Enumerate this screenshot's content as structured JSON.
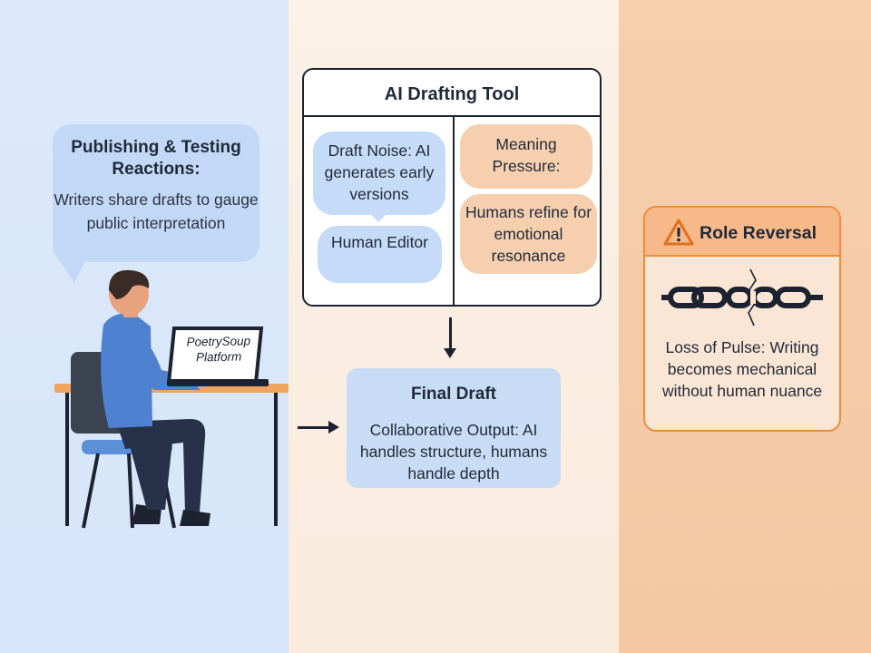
{
  "publishing": {
    "title": "Publishing & Testing Reactions:",
    "text": "Writers share drafts to gauge public interpretation"
  },
  "laptop": {
    "label": "PoetrySoup Platform"
  },
  "ai_tool": {
    "title": "AI Drafting Tool",
    "draft_noise": "Draft Noise: AI generates early versions",
    "human_editor": "Human Editor",
    "meaning_pressure": "Meaning Pressure:",
    "humans_refine": "Humans refine for emotional resonance"
  },
  "final_draft": {
    "title": "Final Draft",
    "text": "Collaborative Output: AI handles structure, humans handle depth"
  },
  "role_reversal": {
    "title": "Role Reversal",
    "text": "Loss of Pulse: Writing becomes mechanical without human nuance"
  },
  "icons": {
    "warning": "warning-icon",
    "chain": "broken-chain-icon"
  },
  "colors": {
    "left_panel": "#dde9fb",
    "middle_panel": "#fbf1e6",
    "right_panel": "#f7cfac",
    "blue_bubble": "#c5dbf7",
    "orange_bubble": "#f5cfae",
    "accent_orange": "#ef8a39"
  }
}
